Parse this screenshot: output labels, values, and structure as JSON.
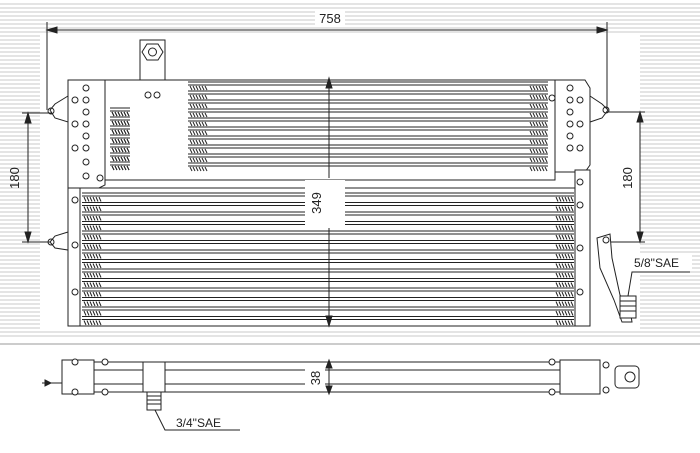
{
  "dimensions": {
    "overall_width": "758",
    "left_bracket_height": "180",
    "right_bracket_height": "180",
    "core_height": "349",
    "core_thickness": "38"
  },
  "fittings": {
    "outlet": "5/8\"SAE",
    "inlet": "3/4\"SAE"
  }
}
